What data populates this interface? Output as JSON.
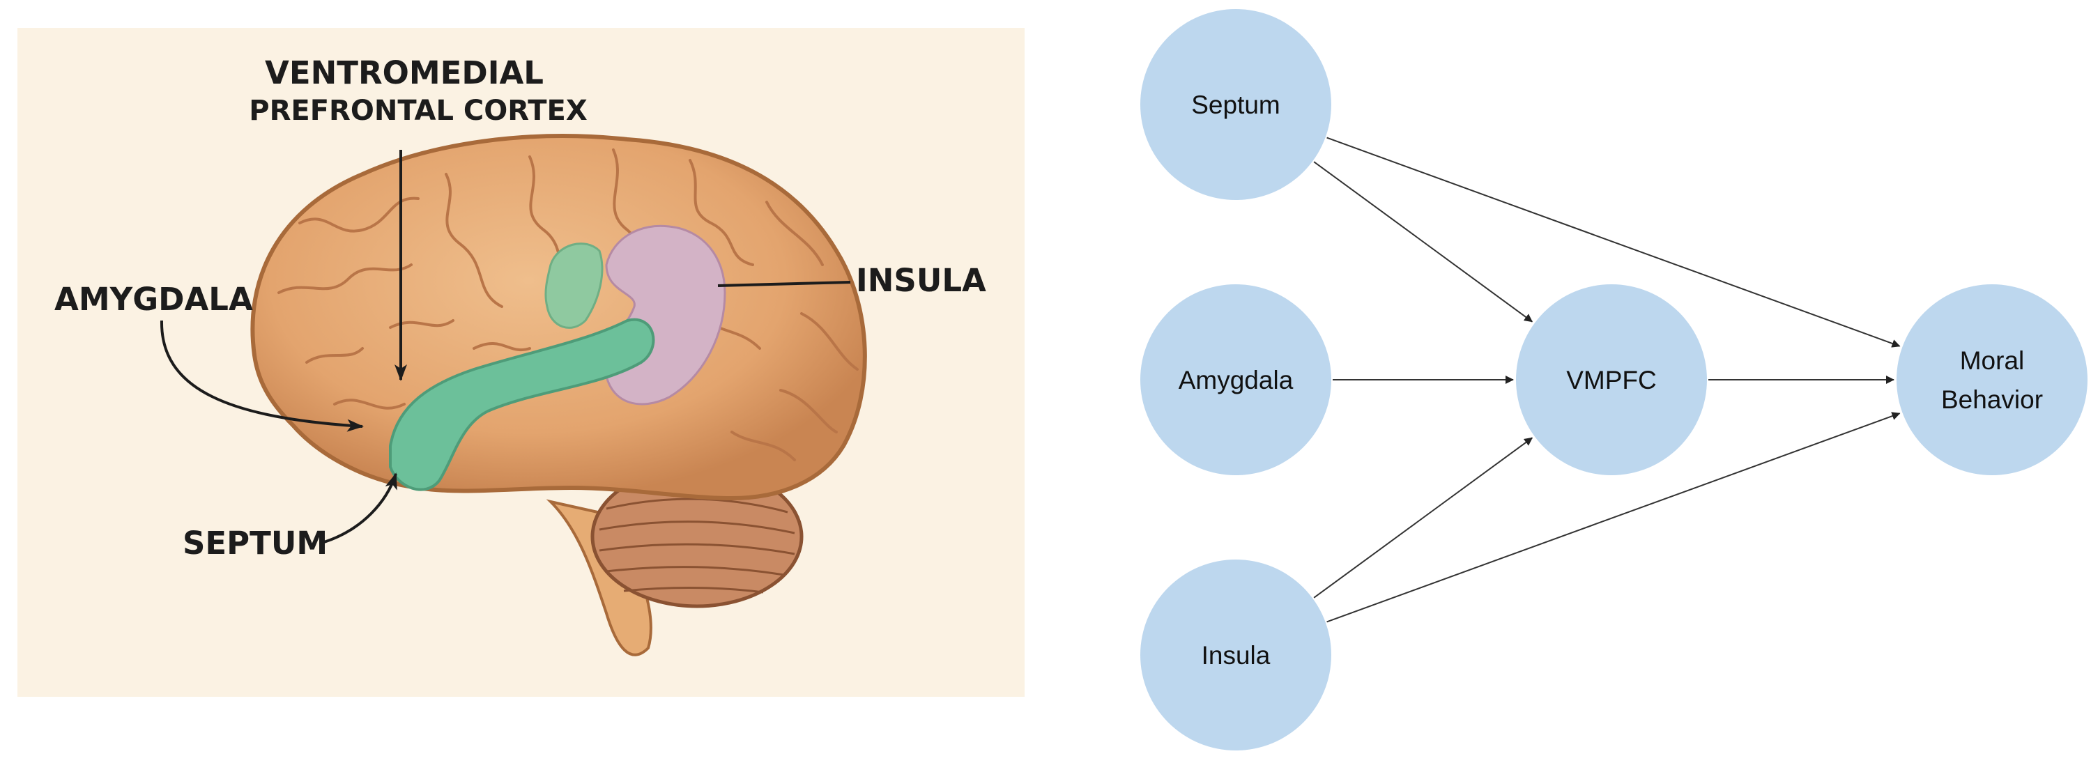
{
  "illustration": {
    "labels": {
      "vmpfc_line1": "VENTROMEDIAL",
      "vmpfc_line2": "PREFRONTAL CORTEX",
      "amygdala": "AMYGDALA",
      "insula": "INSULA",
      "septum": "SEPTUM"
    }
  },
  "diagram": {
    "nodes": [
      {
        "id": "septum",
        "lines": [
          "Septum"
        ]
      },
      {
        "id": "amygdala",
        "lines": [
          "Amygdala"
        ]
      },
      {
        "id": "insula",
        "lines": [
          "Insula"
        ]
      },
      {
        "id": "vmpfc",
        "lines": [
          "VMPFC"
        ]
      },
      {
        "id": "moral",
        "lines": [
          "Moral",
          "Behavior"
        ]
      }
    ],
    "edges": [
      {
        "from": "septum",
        "to": "vmpfc"
      },
      {
        "from": "septum",
        "to": "moral"
      },
      {
        "from": "amygdala",
        "to": "vmpfc"
      },
      {
        "from": "insula",
        "to": "vmpfc"
      },
      {
        "from": "insula",
        "to": "moral"
      },
      {
        "from": "vmpfc",
        "to": "moral"
      }
    ],
    "colors": {
      "node_fill": "#bdd7ee",
      "edge": "#333333"
    }
  }
}
